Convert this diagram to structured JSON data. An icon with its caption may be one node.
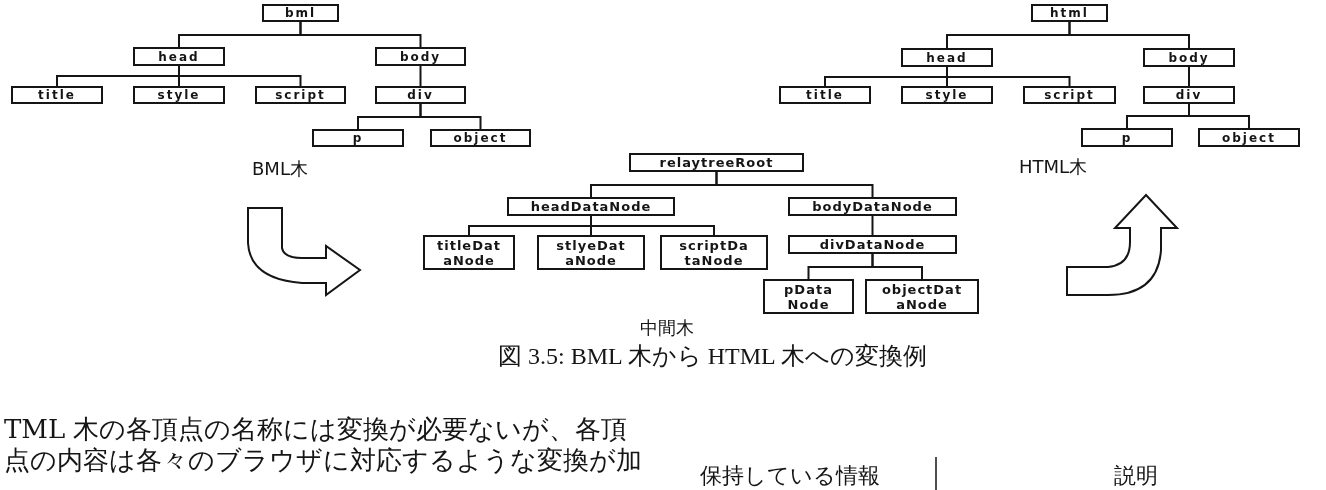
{
  "diagram": {
    "caption": "図 3.5: BML 木から HTML 木への変換例",
    "nodes": [
      {
        "text": [
          "bml"
        ]
      },
      {
        "text": [
          "head"
        ]
      },
      {
        "text": [
          "body"
        ]
      },
      {
        "text": [
          "title"
        ]
      },
      {
        "text": [
          "style"
        ]
      },
      {
        "text": [
          "script"
        ]
      },
      {
        "text": [
          "div"
        ]
      },
      {
        "text": [
          "p"
        ]
      },
      {
        "text": [
          "object"
        ]
      },
      {
        "text": [
          "relaytreeRoot"
        ]
      },
      {
        "text": [
          "headDataNode"
        ]
      },
      {
        "text": [
          "bodyDataNode"
        ]
      },
      {
        "text": [
          "titleDataNode"
        ]
      },
      {
        "text": [
          "stlyeDataNode"
        ]
      },
      {
        "text": [
          "scriptDataNode"
        ]
      },
      {
        "text": [
          "divDataNode"
        ]
      },
      {
        "text": [
          "pDataNode"
        ]
      },
      {
        "text": [
          "objectDataNode"
        ]
      },
      {
        "text": [
          "html"
        ]
      },
      {
        "text": [
          "head"
        ]
      },
      {
        "text": [
          "body"
        ]
      },
      {
        "text": [
          "title"
        ]
      },
      {
        "text": [
          "style"
        ]
      },
      {
        "text": [
          "script"
        ]
      },
      {
        "text": [
          "div"
        ]
      },
      {
        "text": [
          "p"
        ]
      },
      {
        "text": [
          "object"
        ]
      }
    ],
    "edges": [
      {
        "from": 0,
        "to": 1,
        "arrow": "none"
      },
      {
        "from": 0,
        "to": 2,
        "arrow": "none"
      },
      {
        "from": 1,
        "to": 3,
        "arrow": "none"
      },
      {
        "from": 1,
        "to": 4,
        "arrow": "none"
      },
      {
        "from": 1,
        "to": 5,
        "arrow": "none"
      },
      {
        "from": 2,
        "to": 6,
        "arrow": "none"
      },
      {
        "from": 6,
        "to": 7,
        "arrow": "none"
      },
      {
        "from": 6,
        "to": 8,
        "arrow": "none"
      },
      {
        "from": 9,
        "to": 10,
        "arrow": "none"
      },
      {
        "from": 9,
        "to": 11,
        "arrow": "none"
      },
      {
        "from": 10,
        "to": 12,
        "arrow": "none"
      },
      {
        "from": 10,
        "to": 13,
        "arrow": "none"
      },
      {
        "from": 10,
        "to": 14,
        "arrow": "none"
      },
      {
        "from": 11,
        "to": 15,
        "arrow": "none"
      },
      {
        "from": 15,
        "to": 16,
        "arrow": "none"
      },
      {
        "from": 15,
        "to": 17,
        "arrow": "none"
      },
      {
        "from": 18,
        "to": 19,
        "arrow": "none"
      },
      {
        "from": 18,
        "to": 20,
        "arrow": "none"
      },
      {
        "from": 19,
        "to": 21,
        "arrow": "none"
      },
      {
        "from": 19,
        "to": 22,
        "arrow": "none"
      },
      {
        "from": 19,
        "to": 23,
        "arrow": "none"
      },
      {
        "from": 20,
        "to": 24,
        "arrow": "none"
      },
      {
        "from": 24,
        "to": 25,
        "arrow": "none"
      },
      {
        "from": 24,
        "to": 26,
        "arrow": "none"
      }
    ],
    "labels": [
      "BML木",
      "HTML木",
      "中間木",
      "TML 木の各頂点の名称には変換が必要ないが、各頂点の内容は各々のブラウザに対応するような変換が加",
      "保持している情報",
      "説明"
    ]
  }
}
